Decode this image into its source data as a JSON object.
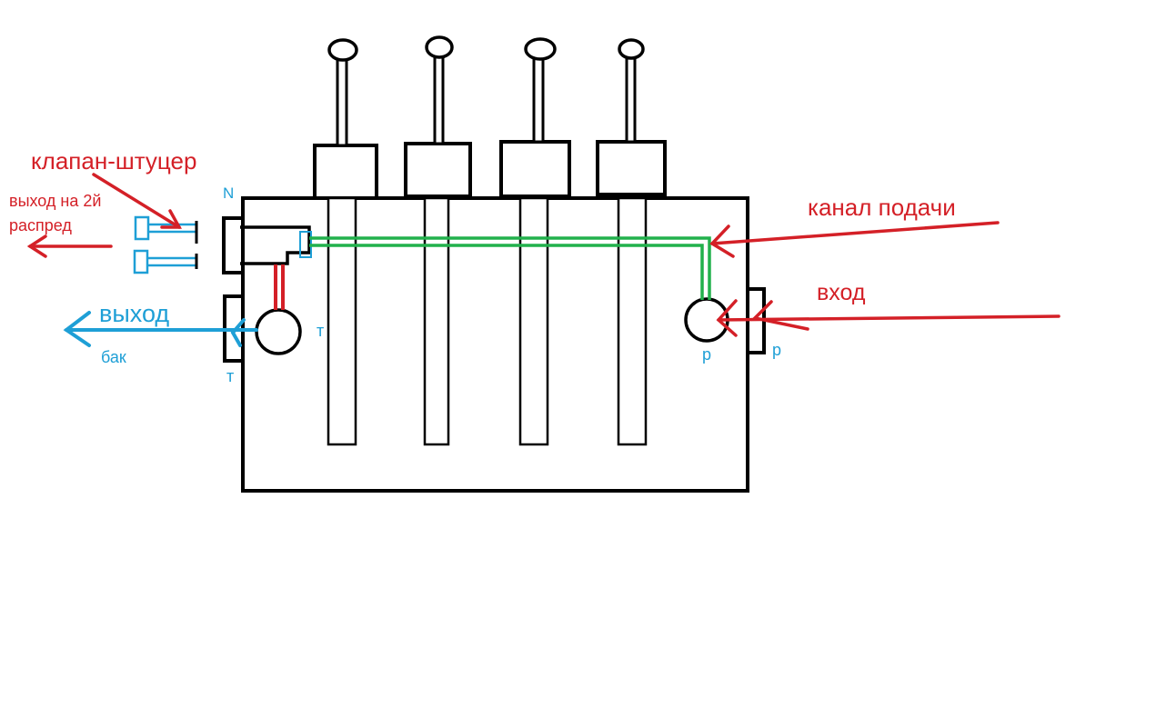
{
  "labels": {
    "valve_fitting": "клапан-штуцер",
    "outlet_second_line1": "выход на 2й",
    "outlet_second_line2": "распред",
    "port_n": "N",
    "outlet": "выход",
    "tank": "бак",
    "port_t_left": "т",
    "port_t_inner": "т",
    "supply_channel": "канал подачи",
    "inlet": "вход",
    "port_p_inner": "р",
    "port_p_right": "р"
  },
  "colors": {
    "outline": "#000000",
    "red": "#d42027",
    "blue": "#1e9fd6",
    "green": "#22b14c"
  },
  "spool_count": 4
}
